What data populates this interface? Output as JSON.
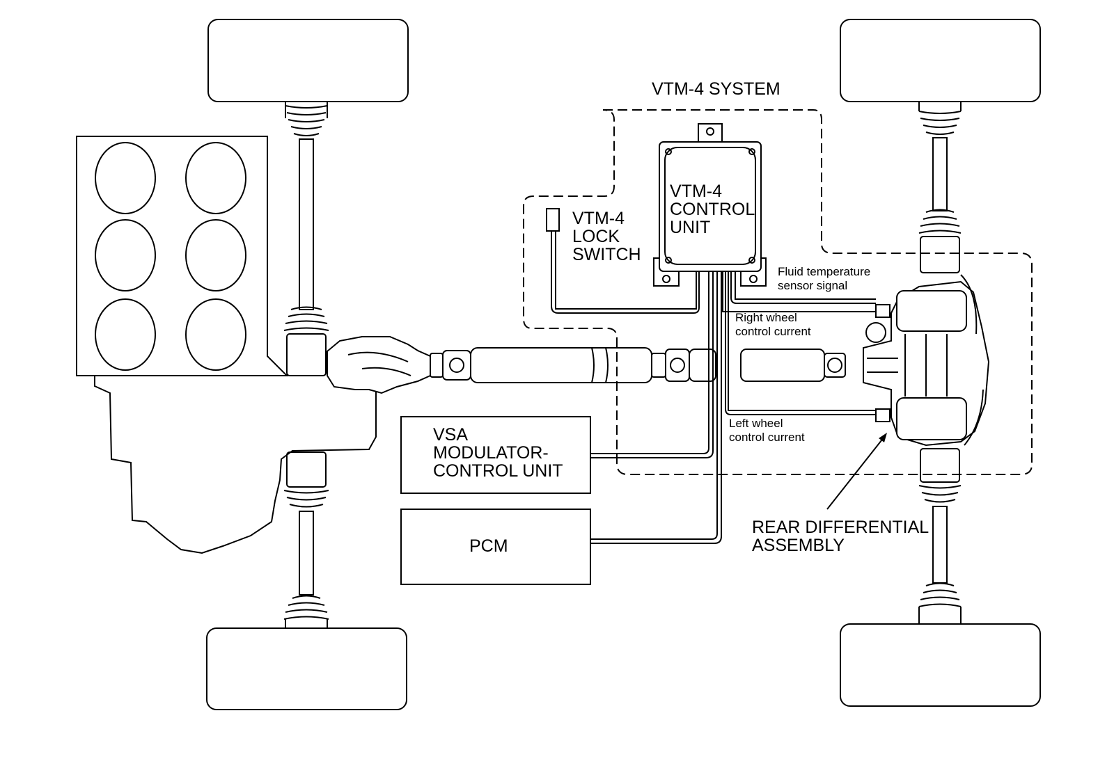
{
  "labels": {
    "system": "VTM-4 SYSTEM",
    "control_unit": [
      "VTM-4",
      "CONTROL",
      "UNIT"
    ],
    "lock_switch": [
      "VTM-4",
      "LOCK",
      "SWITCH"
    ],
    "fluid_temp": [
      "Fluid temperature",
      "sensor signal"
    ],
    "right_wheel": [
      "Right wheel",
      "control current"
    ],
    "left_wheel": [
      "Left wheel",
      "control current"
    ],
    "vsa": [
      "VSA",
      "MODULATOR-",
      "CONTROL UNIT"
    ],
    "pcm": "PCM",
    "rear_diff": [
      "REAR DIFFERENTIAL",
      "ASSEMBLY"
    ]
  }
}
